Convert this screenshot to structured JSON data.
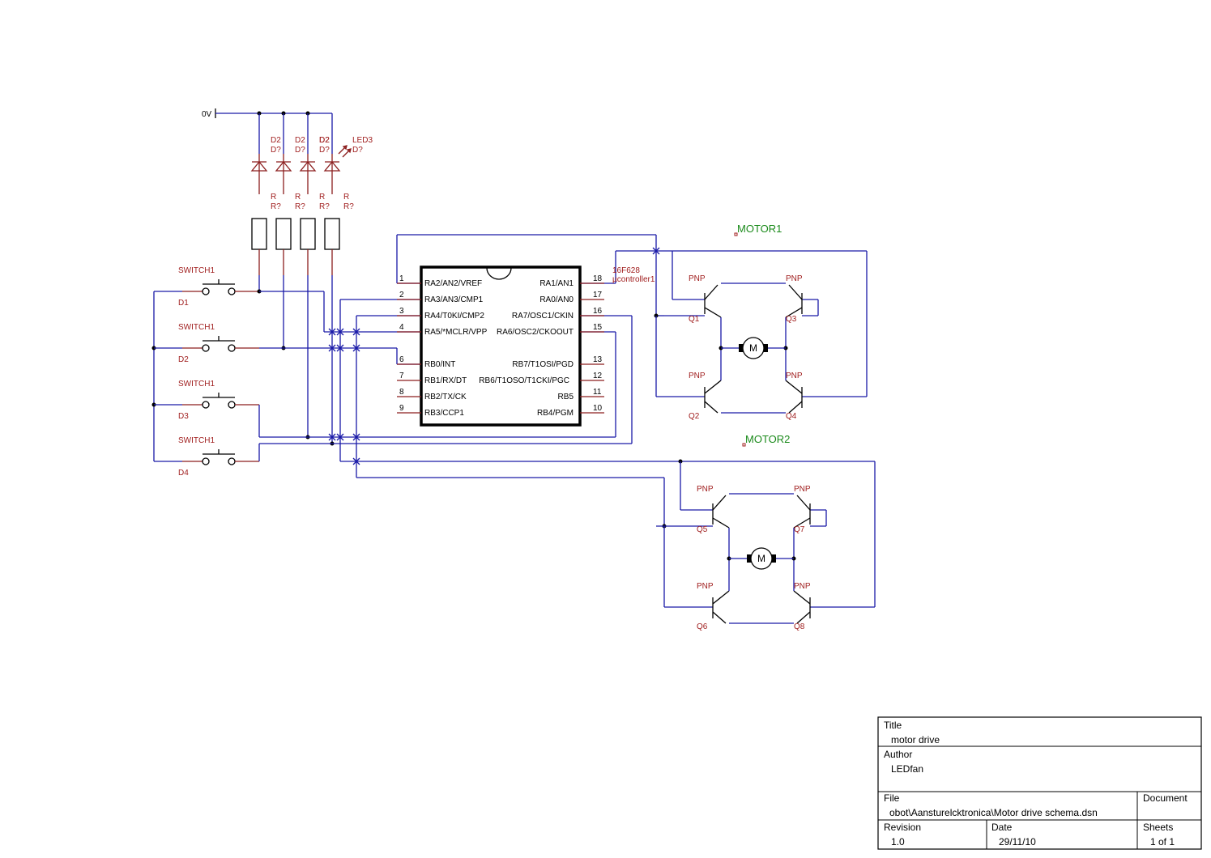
{
  "power": {
    "label": "0V"
  },
  "diodes": [
    {
      "ref": "D2",
      "value": "D?"
    },
    {
      "ref": "D2",
      "value": "D?"
    },
    {
      "ref": "D2",
      "value": "D?"
    },
    {
      "ref": "D2",
      "value": "D?"
    }
  ],
  "led": {
    "ref": "LED3",
    "value": "D?"
  },
  "resistors": [
    {
      "ref": "R",
      "value": "R?"
    },
    {
      "ref": "R",
      "value": "R?"
    },
    {
      "ref": "R",
      "value": "R?"
    },
    {
      "ref": "R",
      "value": "R?"
    }
  ],
  "switches": [
    {
      "ref": "SWITCH1",
      "id": "D1"
    },
    {
      "ref": "SWITCH1",
      "id": "D2"
    },
    {
      "ref": "SWITCH1",
      "id": "D3"
    },
    {
      "ref": "SWITCH1",
      "id": "D4"
    }
  ],
  "chip": {
    "part": "16F628",
    "name": "µcontroller1",
    "left_pins": [
      {
        "num": "1",
        "label": "RA2/AN2/VREF"
      },
      {
        "num": "2",
        "label": "RA3/AN3/CMP1"
      },
      {
        "num": "3",
        "label": "RA4/T0KI/CMP2"
      },
      {
        "num": "4",
        "label": "RA5/*MCLR/VPP"
      },
      {
        "num": "6",
        "label": "RB0/INT"
      },
      {
        "num": "7",
        "label": "RB1/RX/DT"
      },
      {
        "num": "8",
        "label": "RB2/TX/CK"
      },
      {
        "num": "9",
        "label": "RB3/CCP1"
      }
    ],
    "right_pins": [
      {
        "num": "18",
        "label": "RA1/AN1"
      },
      {
        "num": "17",
        "label": "RA0/AN0"
      },
      {
        "num": "16",
        "label": "RA7/OSC1/CKIN"
      },
      {
        "num": "15",
        "label": "RA6/OSC2/CKOOUT"
      },
      {
        "num": "13",
        "label": "RB7/T1OSI/PGD"
      },
      {
        "num": "12",
        "label": "RB6/T1OSO/T1CKI/PGC"
      },
      {
        "num": "11",
        "label": "RB5"
      },
      {
        "num": "10",
        "label": "RB4/PGM"
      }
    ]
  },
  "motors": [
    {
      "label": "MOTOR1",
      "symbol": "M",
      "transistors": [
        {
          "type": "PNP",
          "ref": "Q1"
        },
        {
          "type": "PNP",
          "ref": "Q3"
        },
        {
          "type": "PNP",
          "ref": "Q2"
        },
        {
          "type": "PNP",
          "ref": "Q4"
        }
      ]
    },
    {
      "label": "MOTOR2",
      "symbol": "M",
      "transistors": [
        {
          "type": "PNP",
          "ref": "Q5"
        },
        {
          "type": "PNP",
          "ref": "Q7"
        },
        {
          "type": "PNP",
          "ref": "Q6"
        },
        {
          "type": "PNP",
          "ref": "Q8"
        }
      ]
    }
  ],
  "title_block": {
    "title_label": "Title",
    "title": "motor drive",
    "author_label": "Author",
    "author": "LEDfan",
    "file_label": "File",
    "file": "obot\\Aansturelcktronica\\Motor drive schema.dsn",
    "document_label": "Document",
    "revision_label": "Revision",
    "revision": "1.0",
    "date_label": "Date",
    "date": "29/11/10",
    "sheets_label": "Sheets",
    "sheets": "1 of 1"
  }
}
